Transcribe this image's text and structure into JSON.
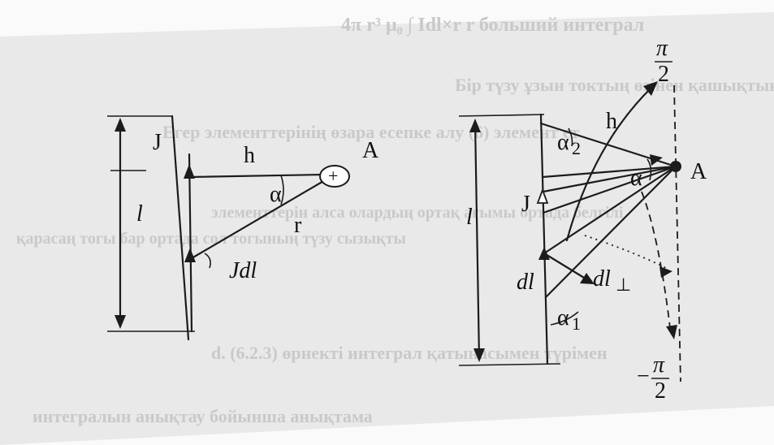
{
  "background_text": {
    "line1": "4π  r³       μ₀  ∫ Idl×r   r  больший интеграл",
    "line2": "Бір түзу ұзын токтың өзінен қашықтықтағы магнит ө",
    "line3": "Егер элементтерінің өзара есепке алу (6) элемент ет",
    "line4": "элементтерін алса олардың ортақ ағымы ортада белгілі",
    "line5": "қарасаң тогы бар ортада сол тогының түзу сызықты",
    "line6": "d. (6.2.3) өрнекті интеграл қатынасымен түрімен",
    "line7": "интегралын анықтау бойынша анықтама"
  },
  "left_figure": {
    "label_J": "J",
    "label_h": "h",
    "label_A": "A",
    "label_alpha": "α",
    "label_r": "r",
    "label_l": "l",
    "label_Jdl": "Jdl⃗",
    "plus": "+"
  },
  "right_figure": {
    "label_h": "h",
    "label_alpha2": "α",
    "sub_2": "2",
    "label_alpha": "α",
    "label_A": "A",
    "label_J": "J",
    "label_l": "l",
    "label_dl": "dl",
    "label_dlperp": "dl",
    "perp": "⊥",
    "label_alpha1": "α",
    "sub_1": "1",
    "top_pi": "π",
    "top_2": "2",
    "bottom_minus": "−",
    "bottom_pi": "π",
    "bottom_2": "2"
  }
}
